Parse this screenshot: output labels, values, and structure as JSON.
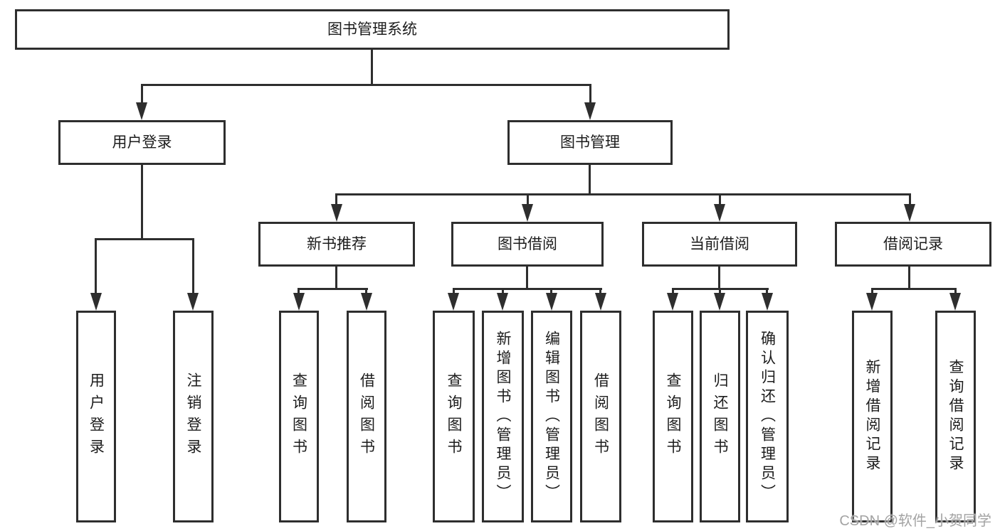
{
  "watermark": "CSDN @软件_小贺同学",
  "colors": {
    "line": "#2e2e2e",
    "box_border": "#2e2e2e",
    "box_background": "#ffffff",
    "text": "#1c1c1c",
    "watermark_text": "#a3a3a3"
  },
  "diagram": {
    "root": {
      "label": "图书管理系统",
      "children": [
        {
          "label": "用户登录",
          "children": [
            {
              "label": "用户登录"
            },
            {
              "label": "注销登录"
            }
          ]
        },
        {
          "label": "图书管理",
          "children": [
            {
              "label": "新书推荐",
              "children": [
                {
                  "label": "查询图书"
                },
                {
                  "label": "借阅图书"
                }
              ]
            },
            {
              "label": "图书借阅",
              "children": [
                {
                  "label": "查询图书"
                },
                {
                  "label": "新增图书（管理员）"
                },
                {
                  "label": "编辑图书（管理员）"
                },
                {
                  "label": "借阅图书"
                }
              ]
            },
            {
              "label": "当前借阅",
              "children": [
                {
                  "label": "查询图书"
                },
                {
                  "label": "归还图书"
                },
                {
                  "label": "确认归还（管理员）"
                }
              ]
            },
            {
              "label": "借阅记录",
              "children": [
                {
                  "label": "新增借阅记录"
                },
                {
                  "label": "查询借阅记录"
                }
              ]
            }
          ]
        }
      ]
    }
  }
}
